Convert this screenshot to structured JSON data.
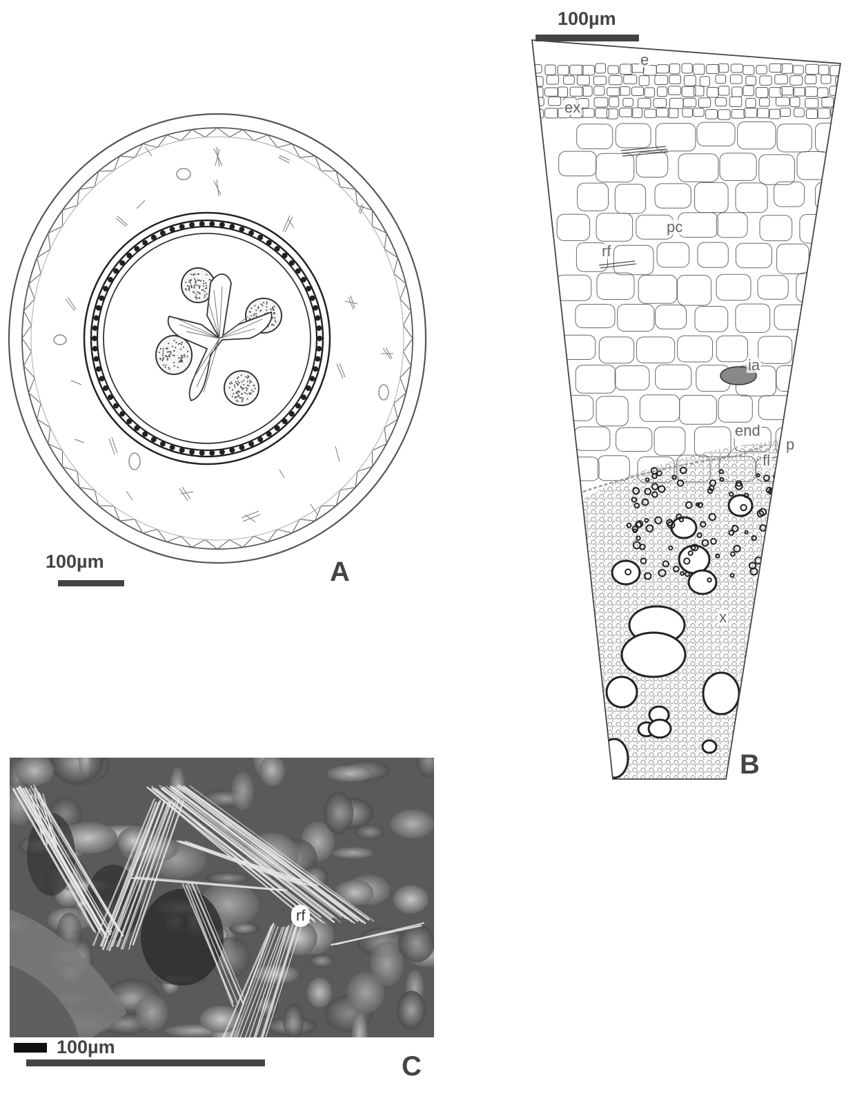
{
  "panels": {
    "a": {
      "letter": "A",
      "scale_label": "100µm"
    },
    "b": {
      "letter": "B",
      "scale_label": "100µm",
      "labels": {
        "e": "e",
        "ex": "ex",
        "pc": "pc",
        "rf": "rf",
        "ia": "ia",
        "end": "end",
        "p": "p",
        "fl": "fl",
        "x": "x"
      }
    },
    "c": {
      "letter": "C",
      "scale_label": "100µm",
      "label_rf": "rf"
    }
  },
  "colors": {
    "ink": "#333333",
    "scale_bar": "#444444",
    "sem_background": "#555555"
  }
}
